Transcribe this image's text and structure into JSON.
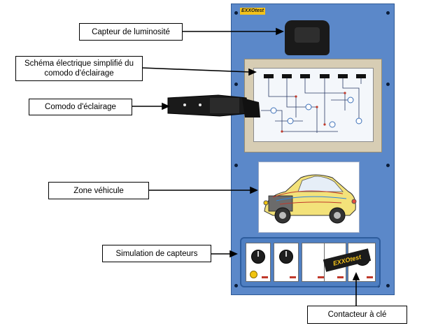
{
  "panel": {
    "brand": "EXXOtest"
  },
  "callouts": {
    "light_sensor": "Capteur de luminosité",
    "wiring_diagram": "Schéma électrique simplifié du comodo d'éclairage",
    "lighting_stalk": "Comodo d'éclairage",
    "vehicle_zone": "Zone véhicule",
    "sensor_simulation": "Simulation de capteurs",
    "key_switch": "Contacteur à clé"
  },
  "colors": {
    "panel_blue": "#5b88c9",
    "frame_beige": "#d7cdb4",
    "car_yellow": "#f3e27a",
    "brand_yellow": "#f4c21a"
  }
}
